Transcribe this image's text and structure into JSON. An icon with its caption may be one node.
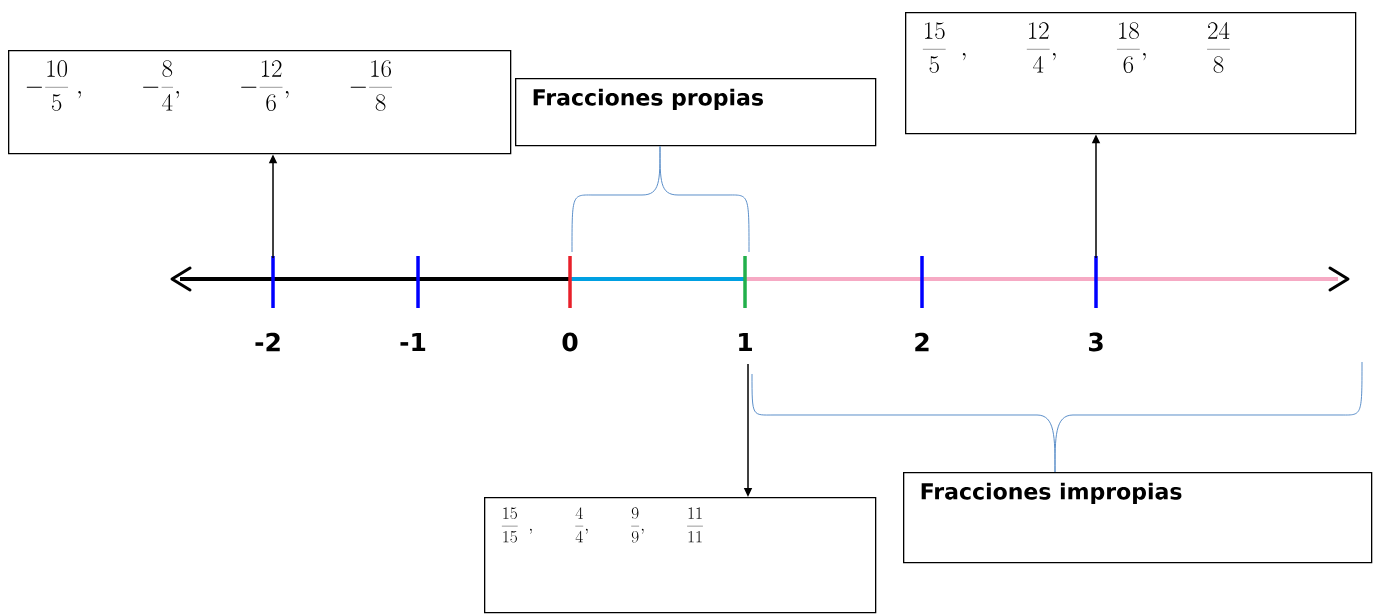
{
  "diagram": {
    "nodes": [
      {
        "text": [
          "-\\frac{10}{5}\\;,\\qquad -\\frac{8}{4},\\qquad -\\frac{12}{6},\\qquad -\\frac{16}{8}"
        ]
      },
      {
        "text": [
          "Fracciones propias"
        ]
      },
      {
        "text": [
          "\\frac{15}{5}\\;\\;,\\qquad \\frac{12}{4},\\qquad \\frac{18}{6},\\qquad \\frac{24}{8}"
        ]
      },
      {
        "text": [
          "\\frac{15}{15}\\;\\;,\\qquad \\frac{4}{4},\\qquad \\frac{9}{9},\\qquad \\frac{11}{11}"
        ]
      },
      {
        "text": [
          "Fracciones impropias"
        ]
      }
    ],
    "edges": [
      {
        "from": null,
        "to": 0,
        "arrow": "to"
      },
      {
        "from": null,
        "to": 3,
        "arrow": "to"
      },
      {
        "from": null,
        "to": 2,
        "arrow": "to"
      },
      {
        "from": 1,
        "to": null,
        "arrow": "none",
        "color": "#5b8fc9"
      },
      {
        "from": 4,
        "to": null,
        "arrow": "none",
        "color": "#5b8fc9"
      }
    ],
    "labels": [
      "-2",
      "-1",
      "0",
      "1",
      "2",
      "3"
    ]
  }
}
